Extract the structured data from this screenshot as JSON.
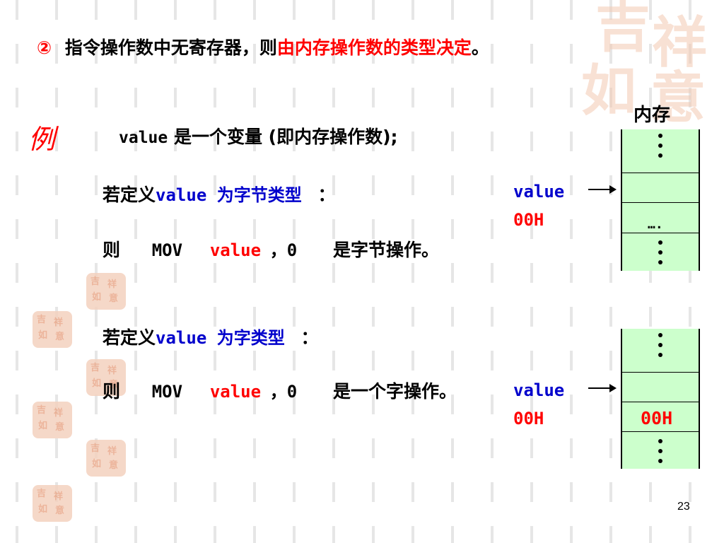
{
  "heading": {
    "marker": "②",
    "text_black": "指令操作数中无寄存器，则",
    "text_red": "由内存操作数的类型决定",
    "text_end": "。"
  },
  "example": {
    "label": "例",
    "var_name": "value",
    "description": "是一个变量 (即内存操作数);"
  },
  "byte_case": {
    "define_prefix": "若定义",
    "define_type": "value 为字节类型",
    "define_colon": "：",
    "then": "则",
    "mov": "MOV",
    "operand": "value",
    "comma_zero": "，0",
    "result": "是字节操作。"
  },
  "word_case": {
    "define_prefix": "若定义",
    "define_type": "value 为字类型",
    "define_colon": "：",
    "then": "则",
    "mov": "MOV",
    "operand": "value",
    "comma_zero": "，0",
    "result": "是一个字操作。"
  },
  "memory_diagram": {
    "title": "内存",
    "top_label": "value",
    "top_value": "00H",
    "top_ellipsis": "….",
    "bottom_label": "value",
    "bottom_value": "00H",
    "bottom_cell_value": "00H"
  },
  "colors": {
    "red": "#ff0000",
    "blue": "#0000cc",
    "memory_fill": "#ccffcc"
  },
  "page_number": "23"
}
